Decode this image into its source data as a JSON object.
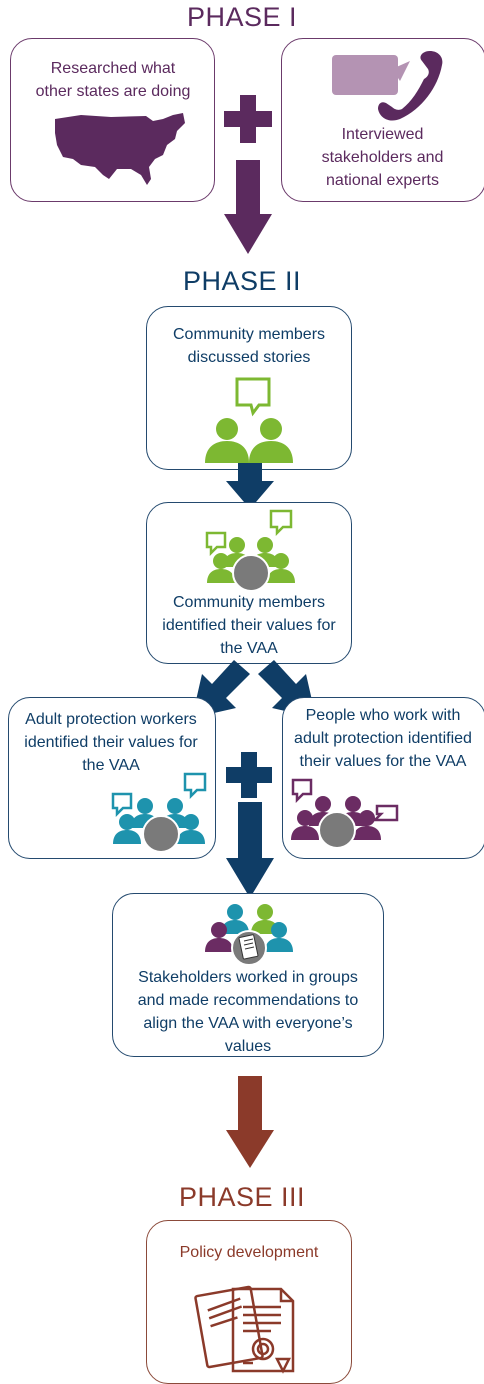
{
  "colors": {
    "phase1": "#5b2a5e",
    "phase2": "#0f3d66",
    "phase3": "#8b3a2a",
    "green": "#7db832",
    "teal": "#1e93ad",
    "purple": "#6b2c63",
    "gray": "#7a7a7a"
  },
  "phase1": {
    "title": "PHASE I",
    "left_box": {
      "text": "Researched what other states are doing",
      "icon": "usa-map-icon"
    },
    "right_box": {
      "text": "Interviewed stakeholders and national experts",
      "icon": "phone-chat-icon"
    }
  },
  "phase2": {
    "title": "PHASE II",
    "box1": {
      "text": "Community members discussed stories",
      "icon": "two-people-speech-icon"
    },
    "box2": {
      "text": "Community members identified their values for the VAA",
      "icon": "group-speech-icon"
    },
    "box3": {
      "text": "Adult protection workers identified their values for the VAA",
      "icon": "teal-group-icon"
    },
    "box4": {
      "text": "People who work with adult protection identified their values for the VAA",
      "icon": "purple-group-icon"
    },
    "box5": {
      "text": "Stakeholders worked in groups and made recommendations to align the VAA with everyone’s values",
      "icon": "mixed-group-document-icon"
    }
  },
  "phase3": {
    "title": "PHASE III",
    "box": {
      "text": "Policy development",
      "icon": "policy-documents-icon"
    }
  }
}
